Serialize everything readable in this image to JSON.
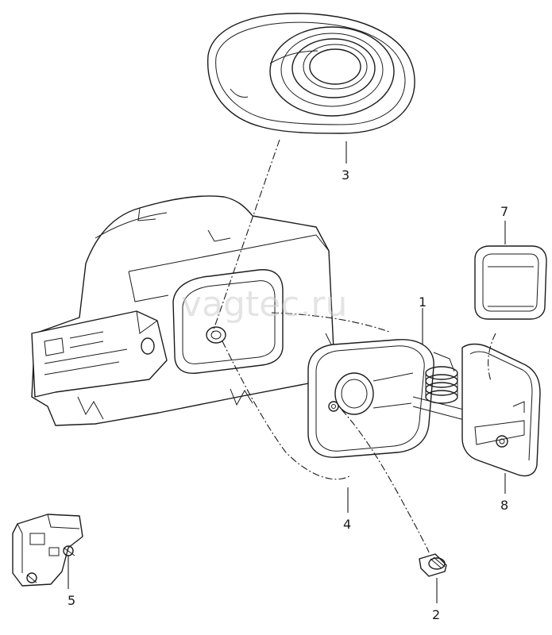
{
  "watermark": "vagtec.ru",
  "callouts": [
    {
      "id": "1",
      "label": "1"
    },
    {
      "id": "2",
      "label": "2"
    },
    {
      "id": "3",
      "label": "3"
    },
    {
      "id": "4",
      "label": "4"
    },
    {
      "id": "5",
      "label": "5"
    },
    {
      "id": "7",
      "label": "7"
    },
    {
      "id": "8",
      "label": "8"
    }
  ]
}
